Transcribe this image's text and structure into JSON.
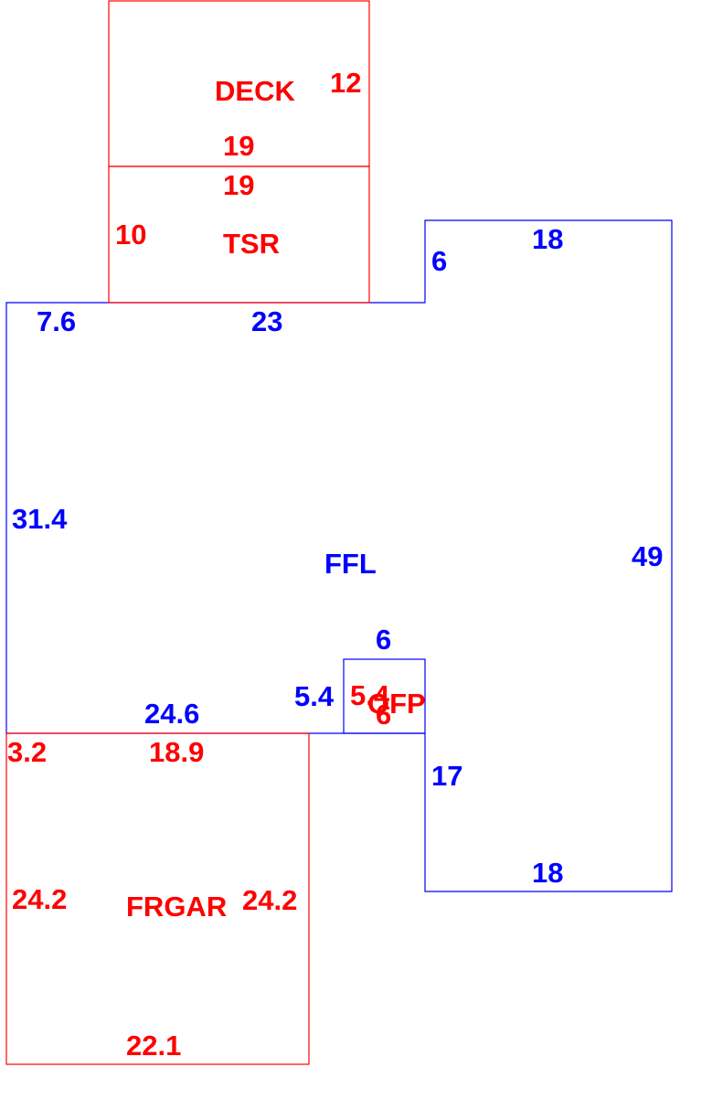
{
  "colors": {
    "living_area": "#0000ff",
    "addition": "#ff0000"
  },
  "areas": {
    "deck": {
      "name": "DECK",
      "dimensions": {
        "side": "12",
        "top_edge": "19"
      }
    },
    "tsr": {
      "name": "TSR",
      "dimensions": {
        "side": "10",
        "top_edge": "19"
      }
    },
    "ffl": {
      "name": "FFL",
      "dimensions": {
        "wing_top": "18",
        "wing_step": "6",
        "left_top": "7.6",
        "center_top": "23",
        "left_side": "31.4",
        "right_side": "49",
        "notch_top": "6",
        "notch_side": "5.4",
        "bottom_left": "24.6",
        "wing_lower_side": "17",
        "wing_bottom": "18"
      }
    },
    "ofp": {
      "name": "OFP",
      "dimensions": {
        "side": "5.4",
        "bottom": "6"
      }
    },
    "frgar": {
      "name": "FRGAR",
      "dimensions": {
        "corner_step": "3.2",
        "top_edge": "18.9",
        "left_side": "24.2",
        "right_side": "24.2",
        "bottom_edge": "22.1"
      }
    }
  }
}
